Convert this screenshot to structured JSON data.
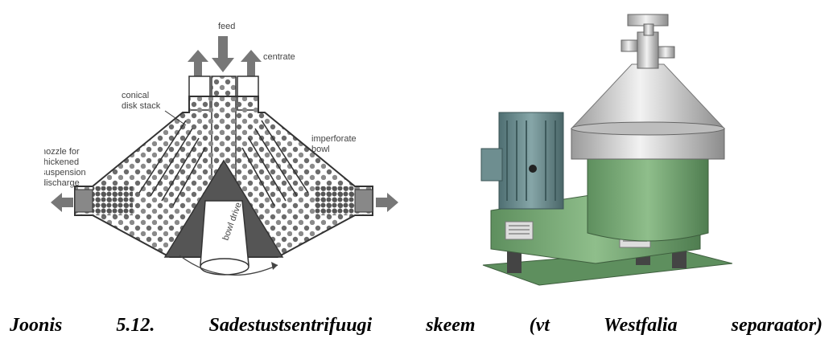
{
  "diagram": {
    "labels": {
      "feed": "feed",
      "centrate": "centrate",
      "conical_1": "conical",
      "conical_2": "disk stack",
      "imperforate_1": "imperforate",
      "imperforate_2": "bowl",
      "nozzle_1": "nozzle for",
      "nozzle_2": "thickened",
      "nozzle_3": "suspension",
      "nozzle_4": "discharge",
      "bowl_drive": "bowl drive"
    }
  },
  "photo": {
    "subject": "Westfalia separator"
  },
  "caption": {
    "words": [
      "Joonis",
      "5.12.",
      "Sadestustsentrifuugi",
      "skeem",
      "(vt",
      "Westfalia",
      "separaator)"
    ]
  }
}
